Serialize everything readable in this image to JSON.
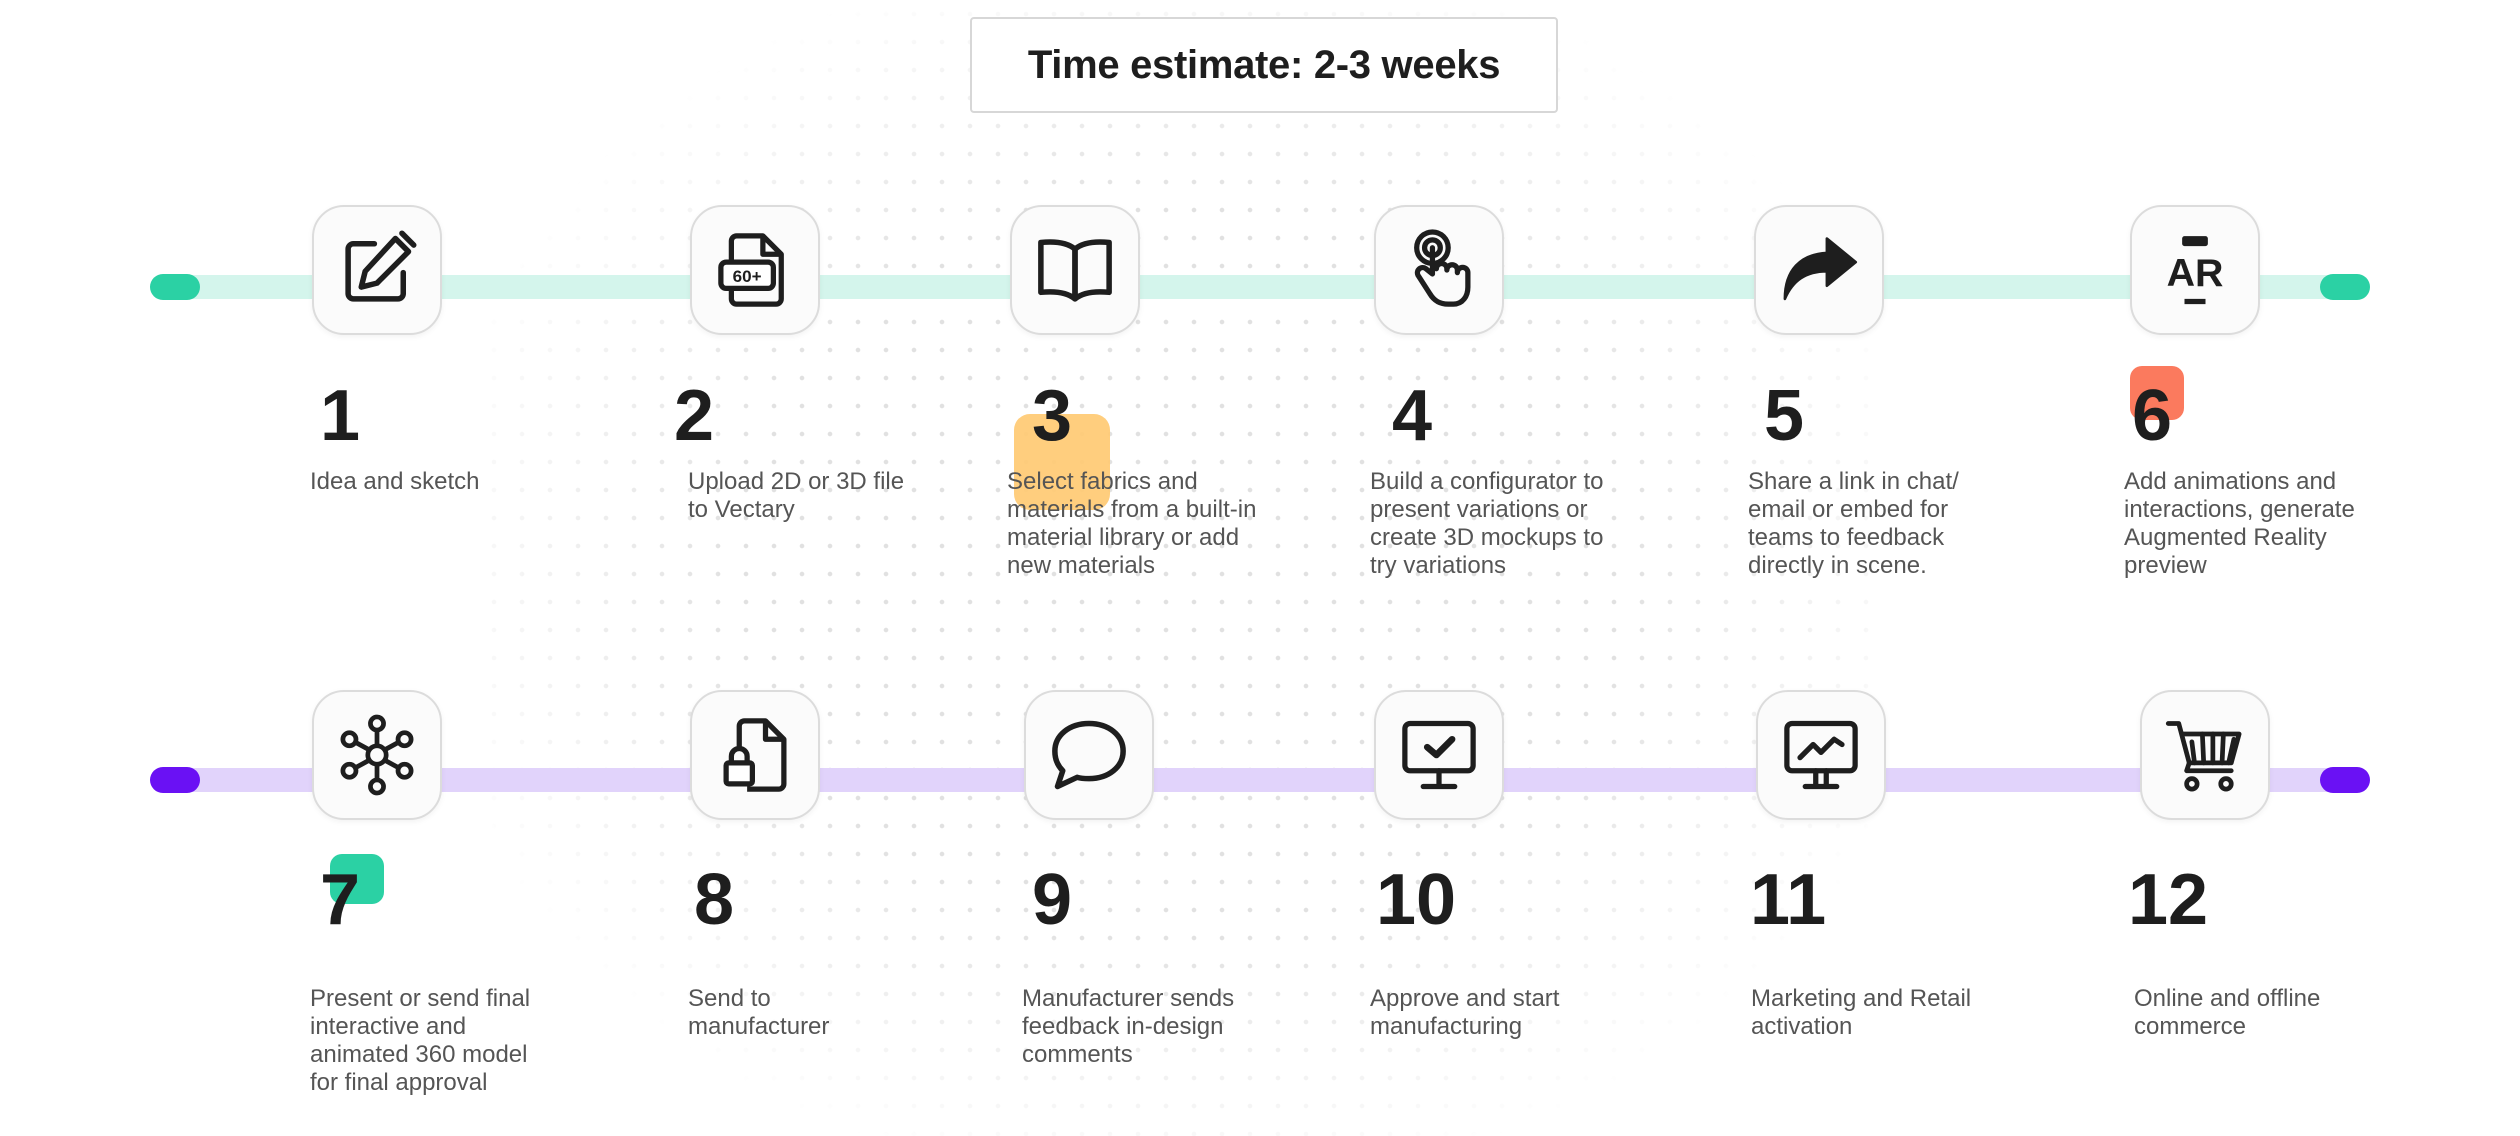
{
  "title": "Time estimate: 2-3 weeks",
  "colors": {
    "row1_track": "#d4f5ec",
    "row1_cap": "#2bd1a4",
    "row2_track": "#e1d3fb",
    "row2_cap": "#6a11f4",
    "highlight_step3": "#ffca73",
    "highlight_step6": "#fb7a5e",
    "highlight_step7": "#2bd1a4"
  },
  "steps": [
    {
      "number": "1",
      "icon": "edit-pencil-icon",
      "text": "Idea and sketch"
    },
    {
      "number": "2",
      "icon": "file-60plus-icon",
      "text": "Upload 2D or 3D file to Vectary"
    },
    {
      "number": "3",
      "icon": "open-book-icon",
      "text": "Select fabrics and materials from a built-in material library or add new materials"
    },
    {
      "number": "4",
      "icon": "touch-tap-icon",
      "text": "Build a configurator to present variations or create 3D mockups to try variations"
    },
    {
      "number": "5",
      "icon": "share-arrow-icon",
      "text": "Share a link in chat/ email or embed for teams to feedback directly in scene."
    },
    {
      "number": "6",
      "icon": "ar-icon",
      "text": "Add animations and interactions, generate Augmented Reality preview"
    },
    {
      "number": "7",
      "icon": "network-nodes-icon",
      "text": "Present or send final interactive and animated 360 model for final approval"
    },
    {
      "number": "8",
      "icon": "locked-file-icon",
      "text": "Send to manufacturer"
    },
    {
      "number": "9",
      "icon": "chat-bubble-icon",
      "text": "Manufacturer sends feedback in-design comments"
    },
    {
      "number": "10",
      "icon": "monitor-check-icon",
      "text": "Approve and start manufacturing"
    },
    {
      "number": "11",
      "icon": "monitor-chart-icon",
      "text": "Marketing and Retail activation"
    },
    {
      "number": "12",
      "icon": "shopping-cart-icon",
      "text": "Online and offline commerce"
    }
  ]
}
